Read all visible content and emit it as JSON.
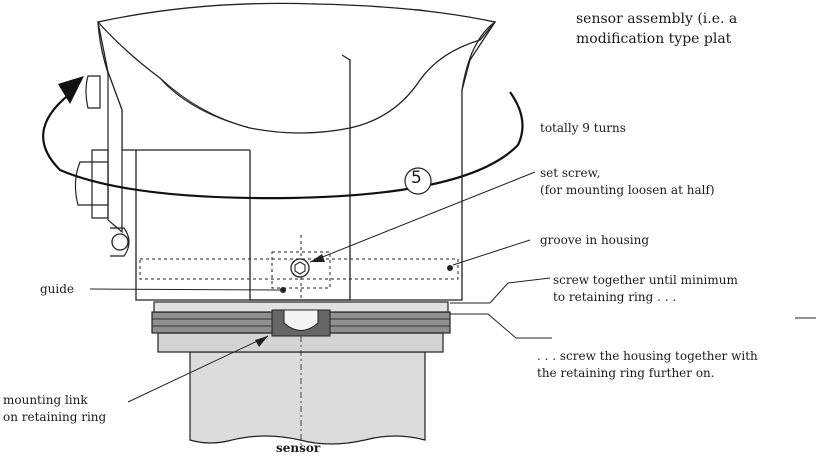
{
  "intro_lines": [
    "sensor assembly (i.e. a",
    "modification type plat"
  ],
  "step_number": "5",
  "labels": {
    "turns": "totally 9 turns",
    "set_screw_1": "set screw,",
    "set_screw_2": "(for mounting loosen at half)",
    "groove": "groove in housing",
    "guide": "guide",
    "screw_together_1": "screw together until minimum",
    "screw_together_2": "to retaining ring . . .",
    "screw_housing_1": ". . . screw the housing together with",
    "screw_housing_2": "the retaining ring further on.",
    "mounting_link_1": "mounting link",
    "mounting_link_2": "on retaining ring",
    "sensor": "sensor"
  }
}
